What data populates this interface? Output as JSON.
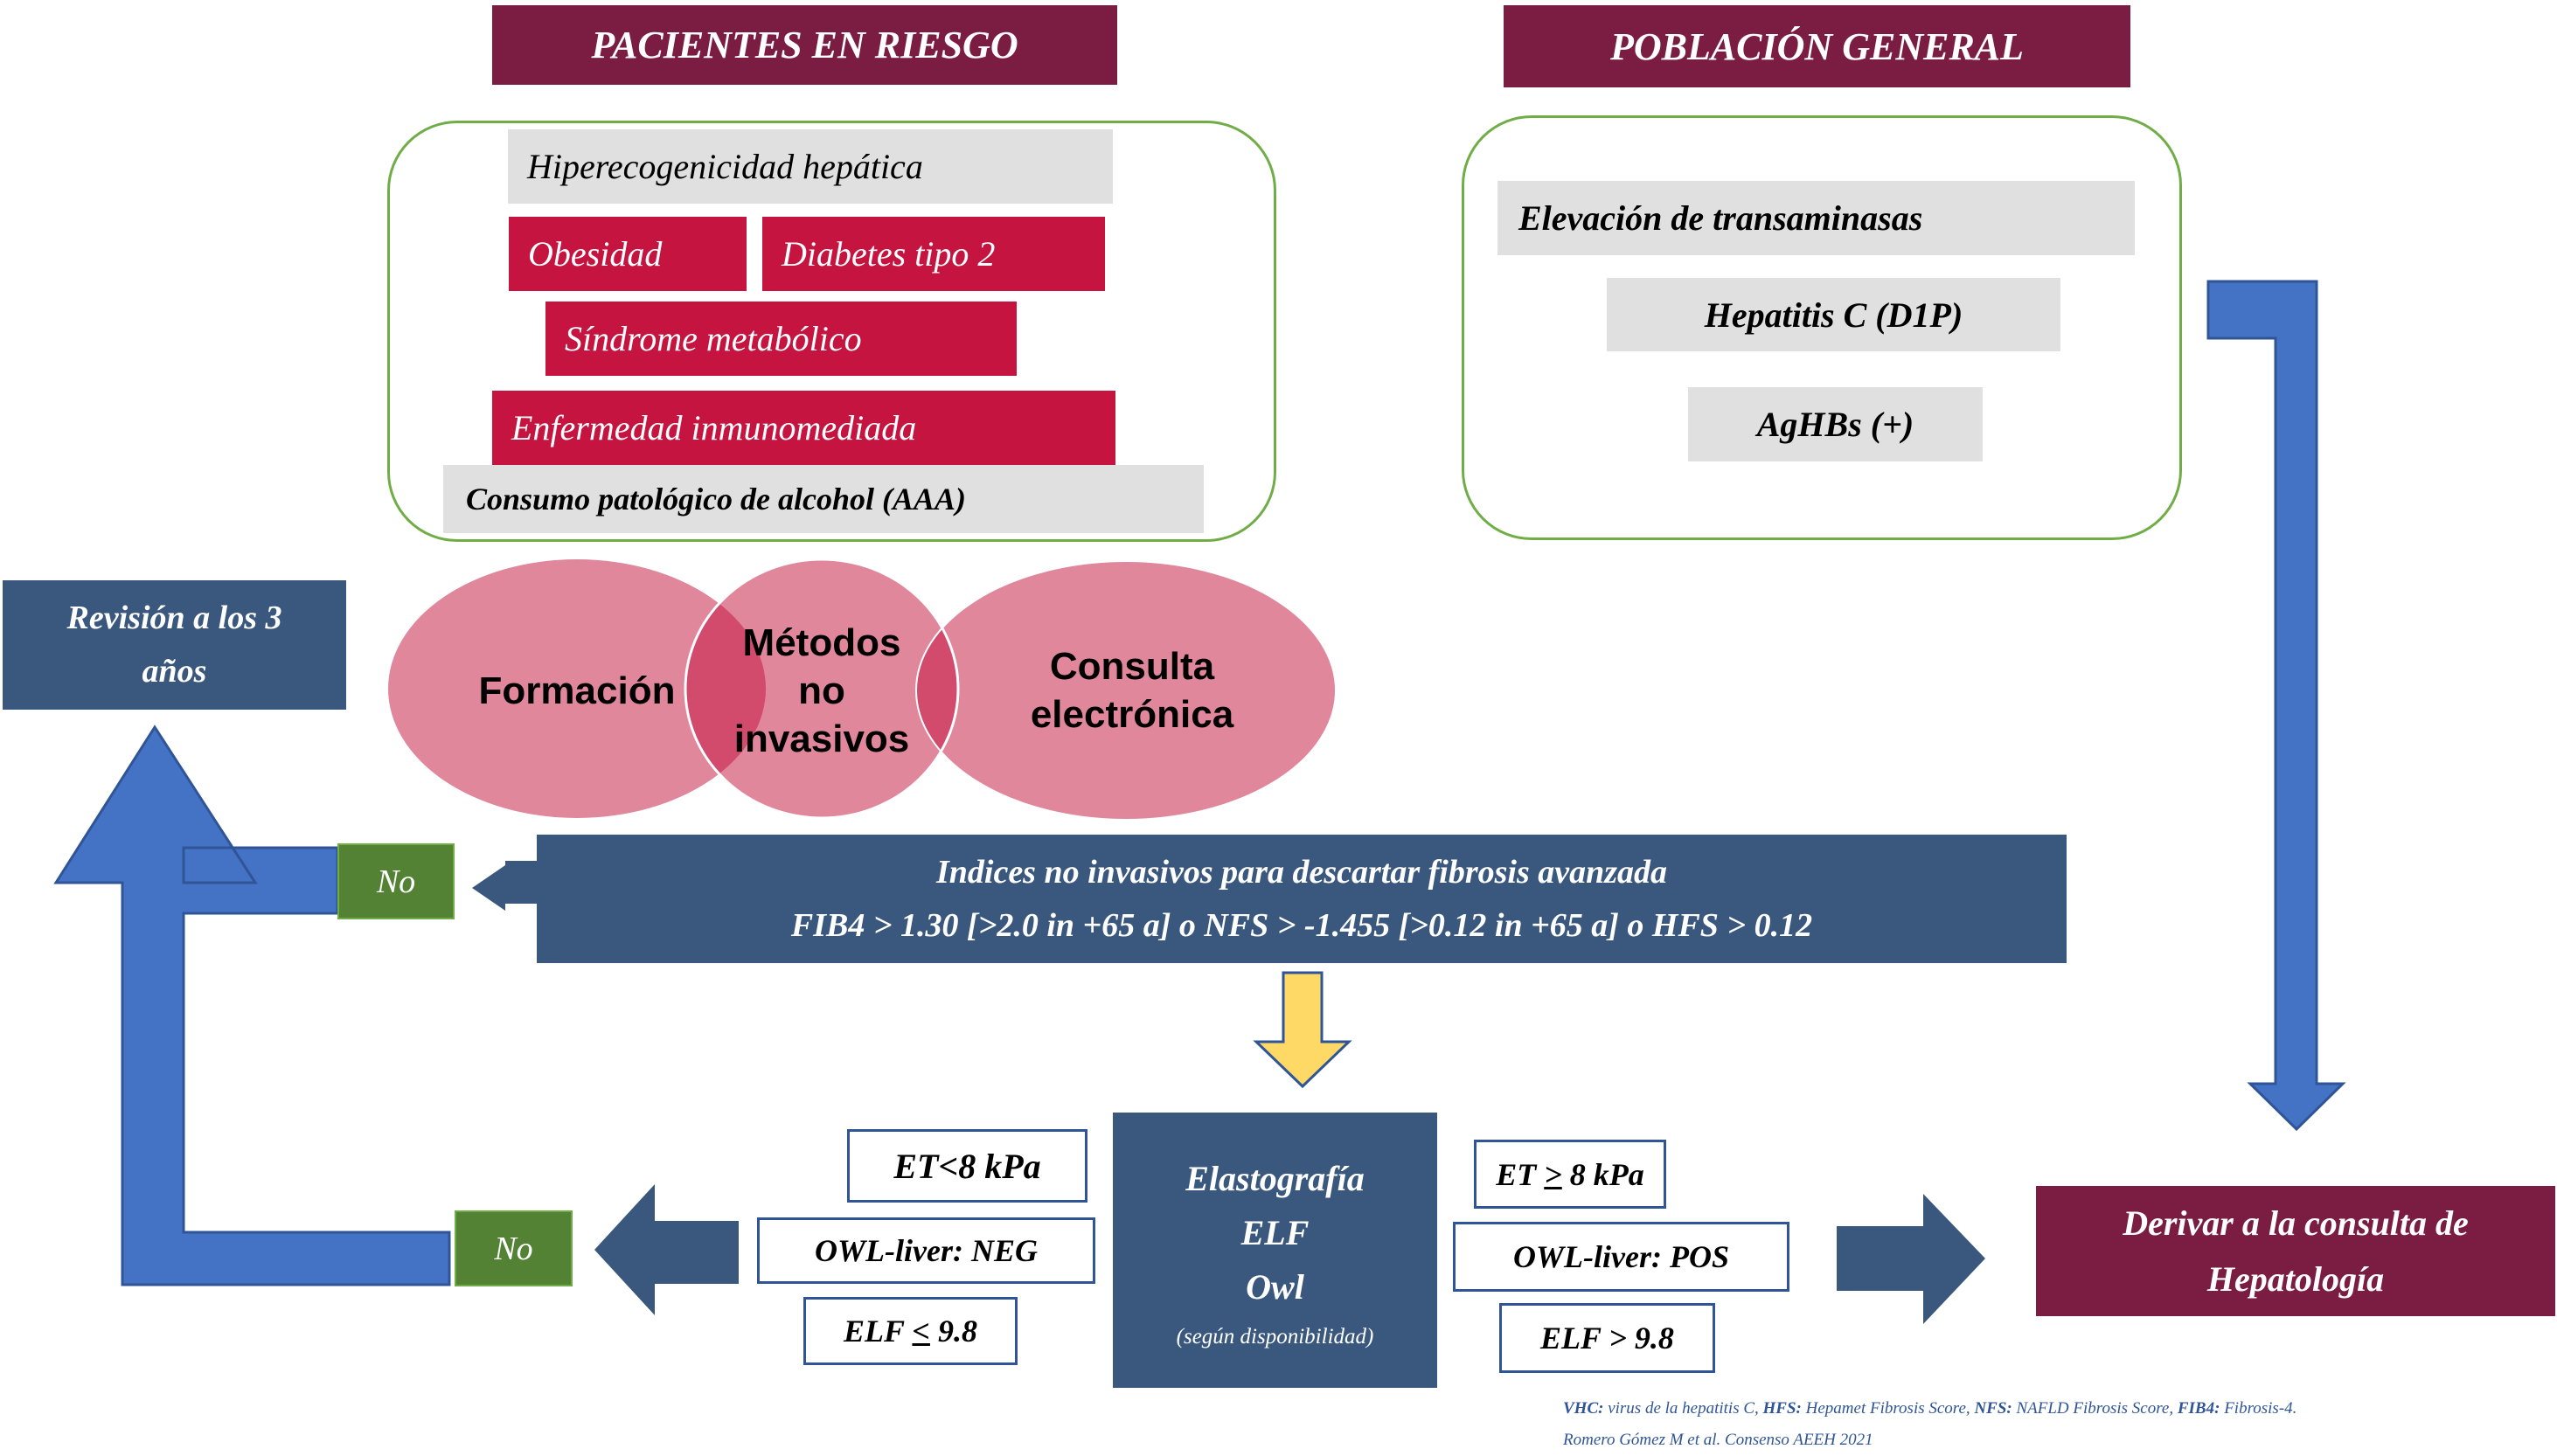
{
  "headers": {
    "at_risk": "PACIENTES EN RIESGO",
    "general_population": "POBLACIÓN GENERAL"
  },
  "at_risk_factors": {
    "hyperechogenicity": "Hiperecogenicidad hepática",
    "obesity": "Obesidad",
    "diabetes": "Diabetes tipo 2",
    "metabolic_syndrome": "Síndrome metabólico",
    "immune_disease": "Enfermedad inmunomediada",
    "alcohol": "Consumo patológico de alcohol (AAA)"
  },
  "general_population_factors": {
    "transaminases": "Elevación de transaminasas",
    "hepatitis_c": "Hepatitis C (D1P)",
    "aghbs": "AgHBs (+)"
  },
  "review_box": {
    "line1": "Revisión a los 3",
    "line2": "años"
  },
  "venn": {
    "left": "Formación",
    "middle_line1": "Métodos",
    "middle_line2": "no",
    "middle_line3": "invasivos",
    "right_line1": "Consulta",
    "right_line2": "electrónica"
  },
  "indices_box": {
    "title": "Indices no invasivos para descartar fibrosis avanzada",
    "criteria": "FIB4 > 1.30 [>2.0 in +65 a] o NFS > -1.455 [>0.12 in +65 a] o HFS > 0.12"
  },
  "no_label_top": "No",
  "no_label_bottom": "No",
  "elastography_box": {
    "line1": "Elastografía",
    "line2": "ELF",
    "line3": "Owl",
    "note": "(según disponibilidad)"
  },
  "negative_results": {
    "et": "ET<8 kPa",
    "owl": "OWL-liver: NEG",
    "elf_prefix": "ELF ",
    "elf_symbol": "<",
    "elf_value": " 9.8"
  },
  "positive_results": {
    "et_prefix": "ET ",
    "et_symbol": ">",
    "et_value": " 8 kPa",
    "owl": "OWL-liver: POS",
    "elf": "ELF > 9.8"
  },
  "referral_box": {
    "line1": "Derivar a la consulta de",
    "line2": "Hepatología"
  },
  "footnote": {
    "abbr1": "VHC:",
    "def1": " virus de la hepatitis C, ",
    "abbr2": "HFS:",
    "def2": " Hepamet Fibrosis Score, ",
    "abbr3": "NFS:",
    "def3": " NAFLD Fibrosis Score, ",
    "abbr4": "FIB4:",
    "def4": " Fibrosis-4.",
    "citation": "Romero Gómez M et al. Consenso AEEH 2021"
  },
  "colors": {
    "maroon": "#7b1c42",
    "crimson": "#c4143f",
    "navy": "#3a587d",
    "blue_arrow": "#4472c4",
    "yellow_arrow": "#ffd966",
    "green": "#548235",
    "venn_pink": "#e0879c",
    "venn_overlap": "#d24a6c"
  }
}
